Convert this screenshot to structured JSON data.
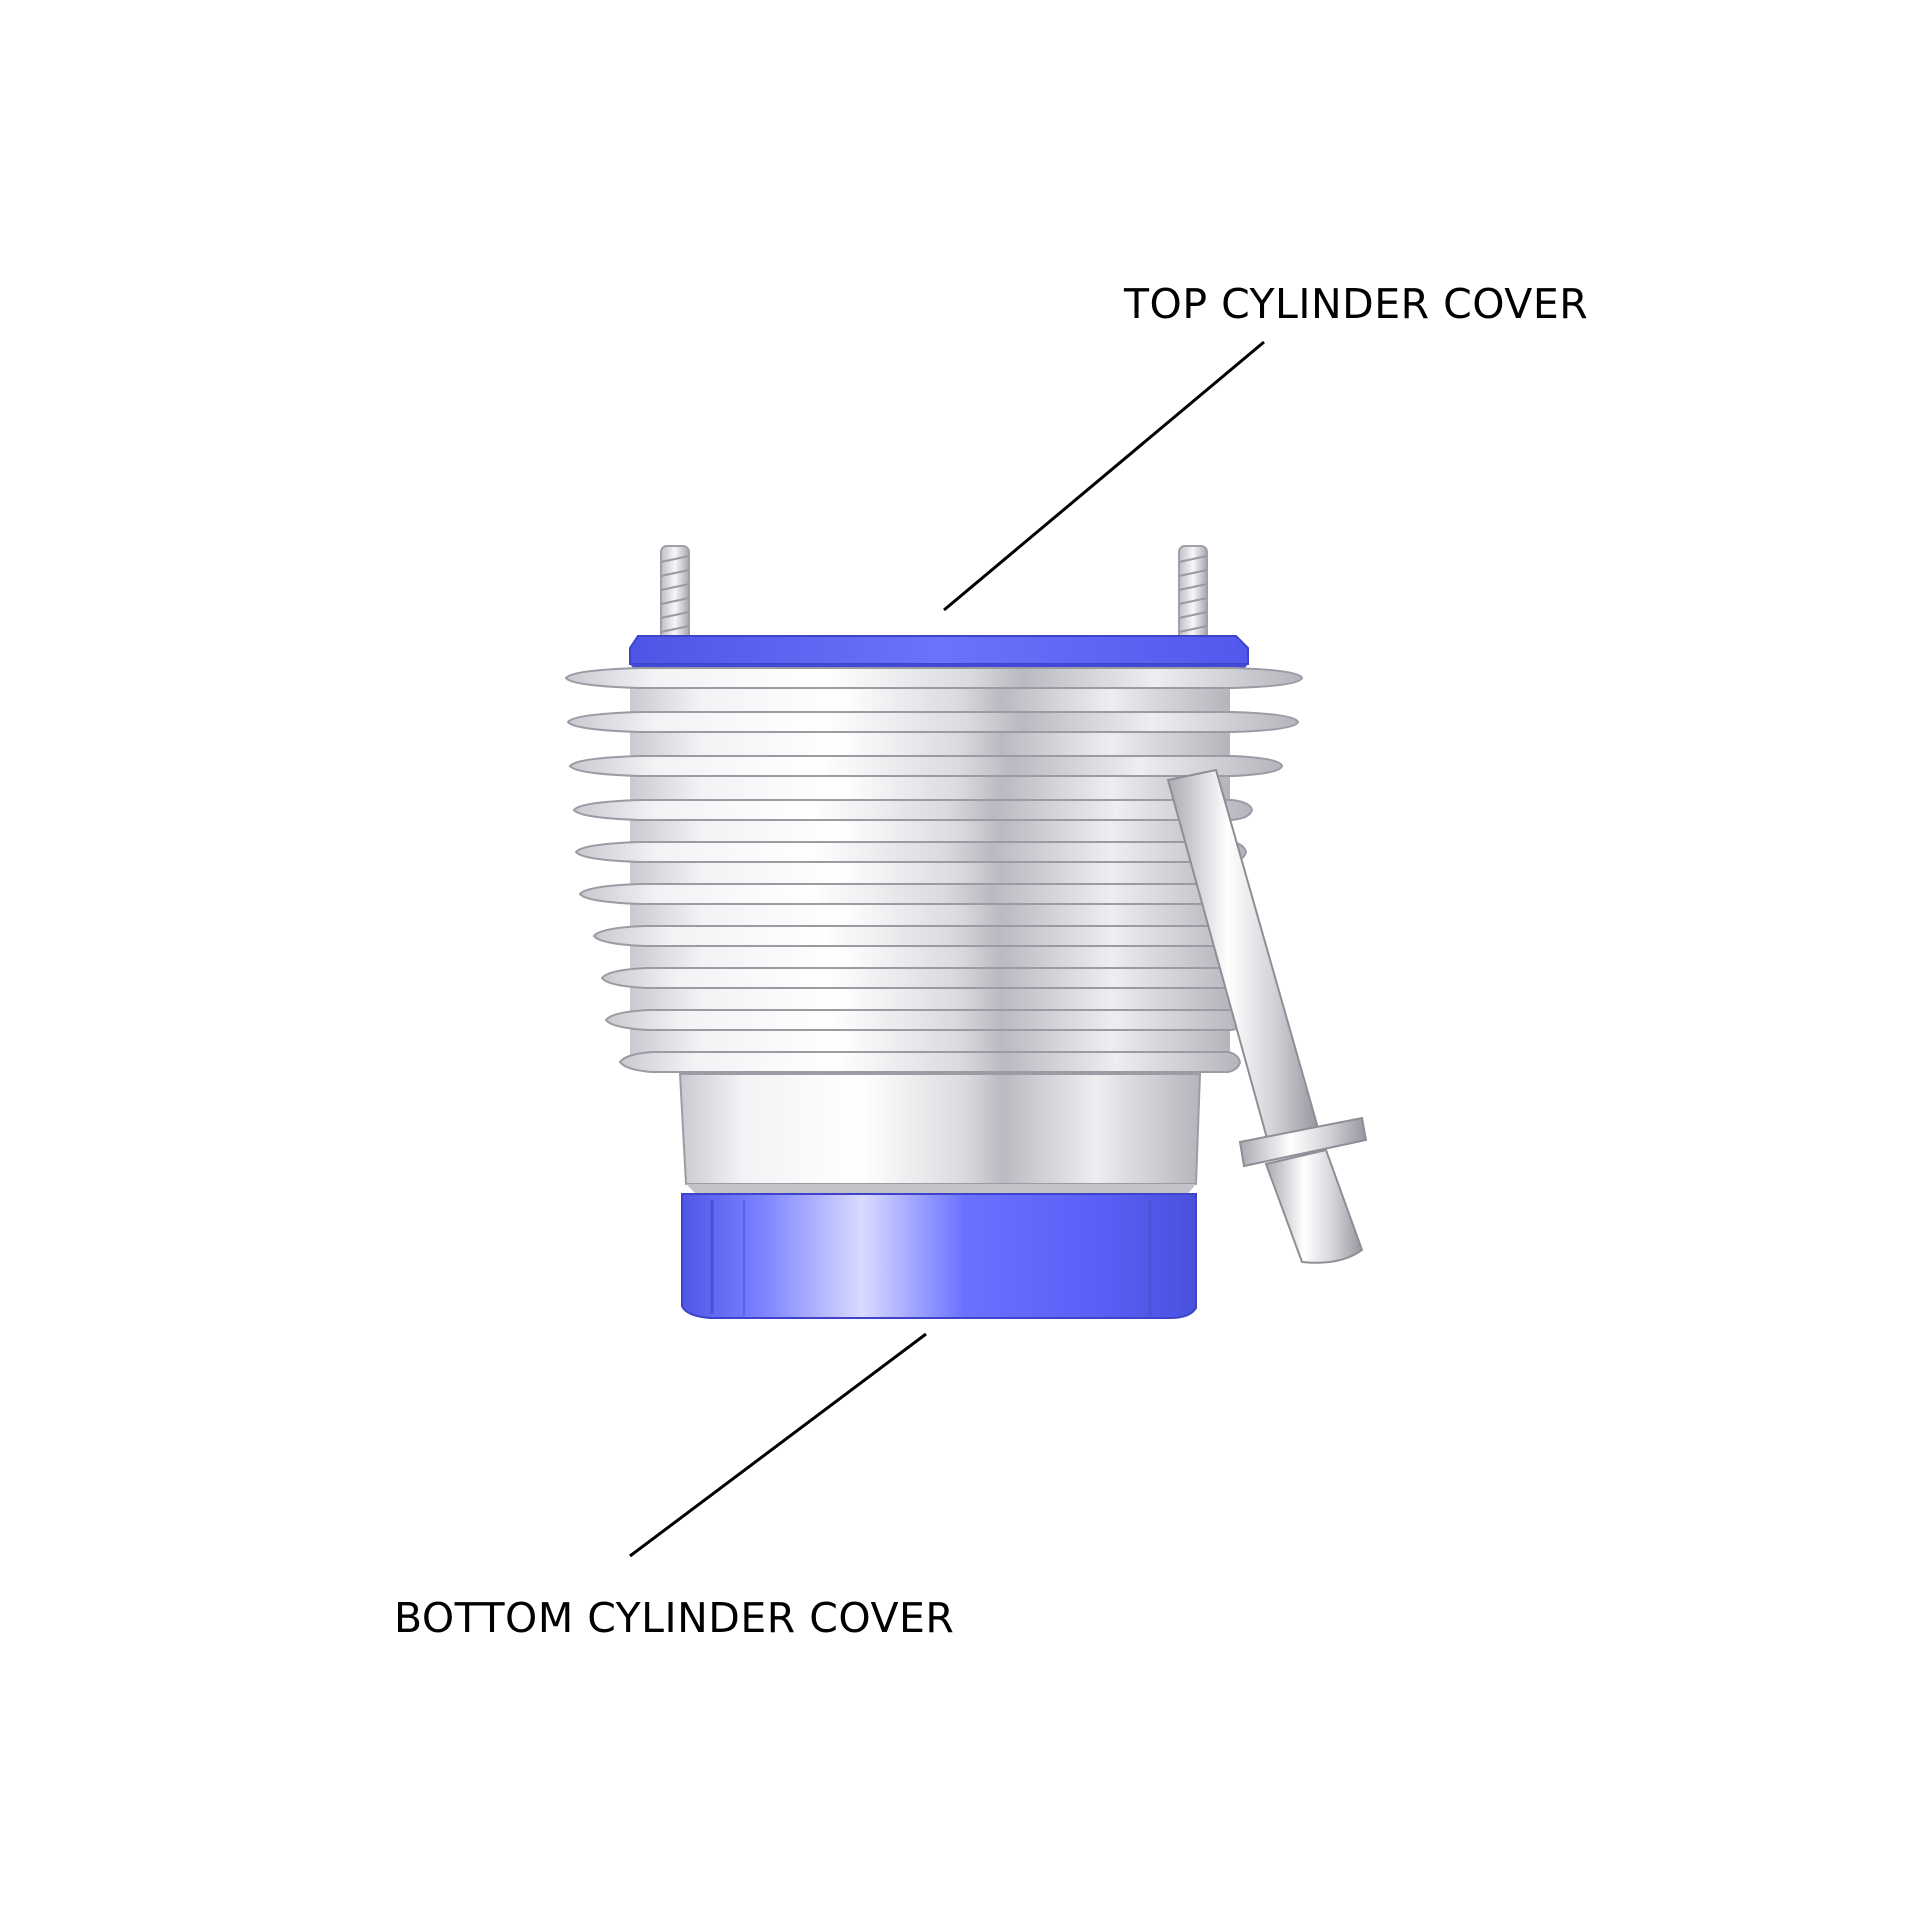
{
  "labels": {
    "top": "TOP CYLINDER COVER",
    "bottom": "BOTTOM CYLINDER COVER"
  },
  "colors": {
    "cover_blue": "#5b63f5",
    "cover_blue_light": "#8c93ff",
    "metal_light": "#f4f4f6",
    "metal_mid": "#d6d7dc",
    "metal_dark": "#9c9da4",
    "leader_line": "#000000"
  },
  "parts": [
    "top-cylinder-cover",
    "bottom-cylinder-cover",
    "cooling-fins",
    "mounting-studs",
    "oil-pipe"
  ]
}
